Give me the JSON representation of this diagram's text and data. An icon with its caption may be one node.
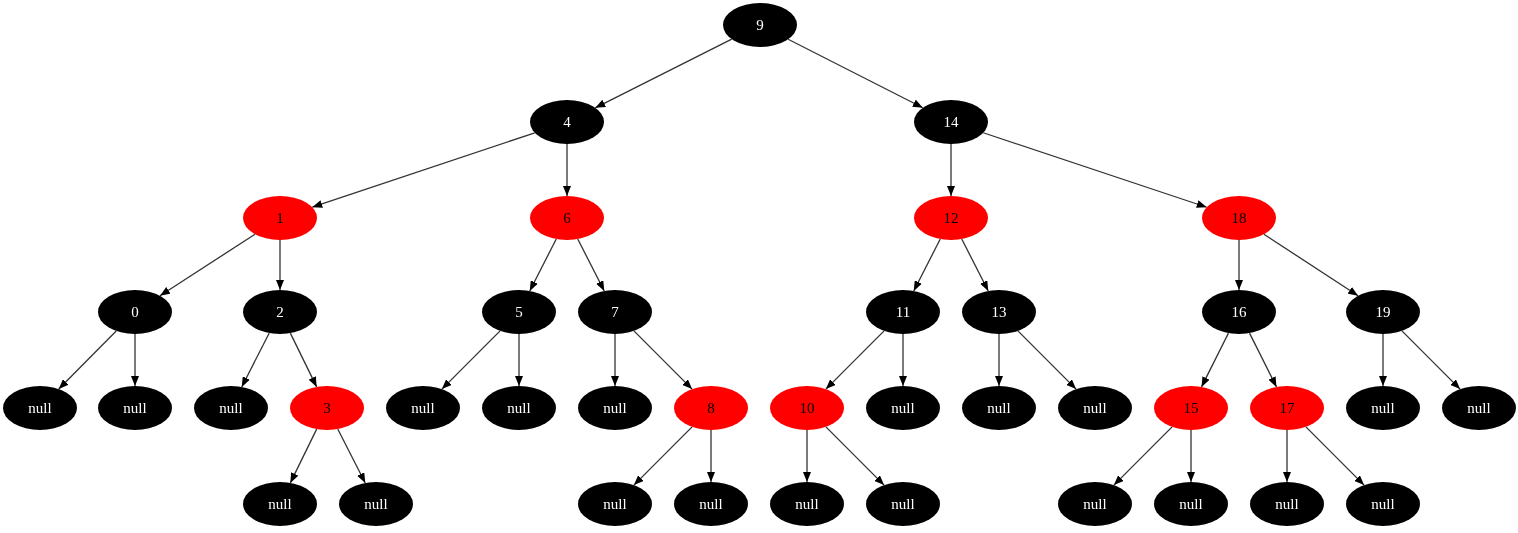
{
  "diagram": {
    "nodes": [
      {
        "text": [
          "9"
        ]
      },
      {
        "text": [
          "4"
        ]
      },
      {
        "text": [
          "14"
        ]
      },
      {
        "text": [
          "1"
        ]
      },
      {
        "text": [
          "6"
        ]
      },
      {
        "text": [
          "12"
        ]
      },
      {
        "text": [
          "18"
        ]
      },
      {
        "text": [
          "0"
        ]
      },
      {
        "text": [
          "2"
        ]
      },
      {
        "text": [
          "5"
        ]
      },
      {
        "text": [
          "7"
        ]
      },
      {
        "text": [
          "11"
        ]
      },
      {
        "text": [
          "13"
        ]
      },
      {
        "text": [
          "16"
        ]
      },
      {
        "text": [
          "19"
        ]
      },
      {
        "text": [
          "null"
        ]
      },
      {
        "text": [
          "null"
        ]
      },
      {
        "text": [
          "null"
        ]
      },
      {
        "text": [
          "3"
        ]
      },
      {
        "text": [
          "null"
        ]
      },
      {
        "text": [
          "null"
        ]
      },
      {
        "text": [
          "null"
        ]
      },
      {
        "text": [
          "8"
        ]
      },
      {
        "text": [
          "10"
        ]
      },
      {
        "text": [
          "null"
        ]
      },
      {
        "text": [
          "null"
        ]
      },
      {
        "text": [
          "null"
        ]
      },
      {
        "text": [
          "15"
        ]
      },
      {
        "text": [
          "17"
        ]
      },
      {
        "text": [
          "null"
        ]
      },
      {
        "text": [
          "null"
        ]
      },
      {
        "text": [
          "null"
        ]
      },
      {
        "text": [
          "null"
        ]
      },
      {
        "text": [
          "null"
        ]
      },
      {
        "text": [
          "null"
        ]
      },
      {
        "text": [
          "null"
        ]
      },
      {
        "text": [
          "null"
        ]
      },
      {
        "text": [
          "null"
        ]
      },
      {
        "text": [
          "null"
        ]
      },
      {
        "text": [
          "null"
        ]
      },
      {
        "text": [
          "null"
        ]
      }
    ],
    "edges": [
      {
        "from": 0,
        "to": 1,
        "arrow": "to"
      },
      {
        "from": 0,
        "to": 2,
        "arrow": "to"
      },
      {
        "from": 1,
        "to": 3,
        "arrow": "to"
      },
      {
        "from": 1,
        "to": 4,
        "arrow": "to"
      },
      {
        "from": 2,
        "to": 5,
        "arrow": "to"
      },
      {
        "from": 2,
        "to": 6,
        "arrow": "to"
      },
      {
        "from": 3,
        "to": 7,
        "arrow": "to"
      },
      {
        "from": 3,
        "to": 8,
        "arrow": "to"
      },
      {
        "from": 4,
        "to": 9,
        "arrow": "to"
      },
      {
        "from": 4,
        "to": 10,
        "arrow": "to"
      },
      {
        "from": 5,
        "to": 11,
        "arrow": "to"
      },
      {
        "from": 5,
        "to": 12,
        "arrow": "to"
      },
      {
        "from": 6,
        "to": 13,
        "arrow": "to"
      },
      {
        "from": 6,
        "to": 14,
        "arrow": "to"
      },
      {
        "from": 7,
        "to": 15,
        "arrow": "to"
      },
      {
        "from": 7,
        "to": 16,
        "arrow": "to"
      },
      {
        "from": 8,
        "to": 17,
        "arrow": "to"
      },
      {
        "from": 8,
        "to": 18,
        "arrow": "to"
      },
      {
        "from": 9,
        "to": 19,
        "arrow": "to"
      },
      {
        "from": 9,
        "to": 20,
        "arrow": "to"
      },
      {
        "from": 10,
        "to": 21,
        "arrow": "to"
      },
      {
        "from": 10,
        "to": 22,
        "arrow": "to"
      },
      {
        "from": 11,
        "to": 23,
        "arrow": "to"
      },
      {
        "from": 11,
        "to": 24,
        "arrow": "to"
      },
      {
        "from": 12,
        "to": 25,
        "arrow": "to"
      },
      {
        "from": 12,
        "to": 26,
        "arrow": "to"
      },
      {
        "from": 13,
        "to": 27,
        "arrow": "to"
      },
      {
        "from": 13,
        "to": 28,
        "arrow": "to"
      },
      {
        "from": 14,
        "to": 29,
        "arrow": "to"
      },
      {
        "from": 14,
        "to": 30,
        "arrow": "to"
      },
      {
        "from": 18,
        "to": 31,
        "arrow": "to"
      },
      {
        "from": 18,
        "to": 32,
        "arrow": "to"
      },
      {
        "from": 22,
        "to": 33,
        "arrow": "to"
      },
      {
        "from": 22,
        "to": 34,
        "arrow": "to"
      },
      {
        "from": 23,
        "to": 35,
        "arrow": "to"
      },
      {
        "from": 23,
        "to": 36,
        "arrow": "to"
      },
      {
        "from": 27,
        "to": 37,
        "arrow": "to"
      },
      {
        "from": 27,
        "to": 38,
        "arrow": "to"
      },
      {
        "from": 28,
        "to": 39,
        "arrow": "to"
      },
      {
        "from": 28,
        "to": 40,
        "arrow": "to"
      }
    ]
  }
}
